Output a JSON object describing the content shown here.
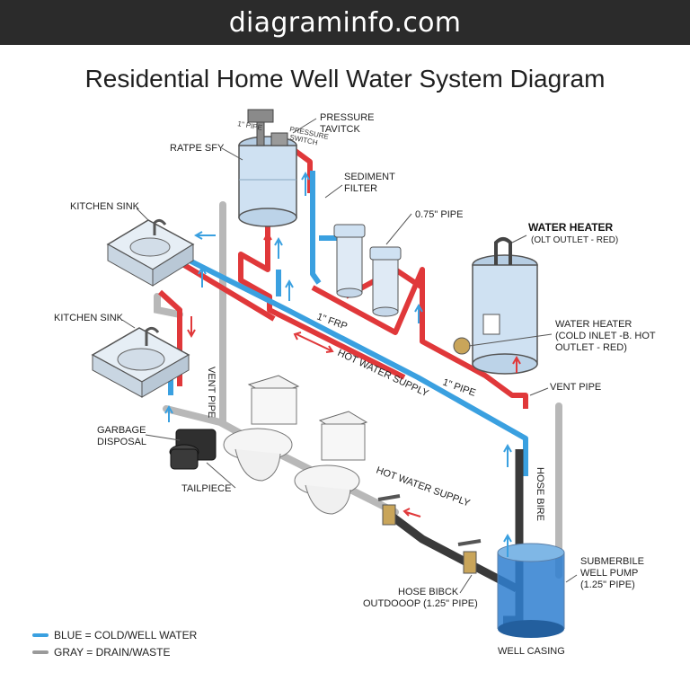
{
  "site": {
    "banner": "diagraminfo.com"
  },
  "diagram": {
    "title": "Residential Home Well Water System Diagram"
  },
  "labels": {
    "pressure_tank": "PRESSURE\nTAVITCK",
    "pressure_switch_small": "PRESSURE\nSWITCH",
    "one_inch_top": "1\" PIPE",
    "ratpe_sfy": "RATPE SFY",
    "sediment_filter": "SEDIMENT\nFILTER",
    "pipe_075": "0.75\" PIPE",
    "water_heater_title": "WATER HEATER",
    "water_heater_sub": "(OLT OUTLET - RED)",
    "kitchen_sink_1": "KITCHEN SINK",
    "kitchen_sink_2": "KITCHEN SINK",
    "vent_pipe_left": "VENT PIPE",
    "one_inch_frp": "1\" FRP",
    "hot_water_supply_1": "HOT WATER SUPPLY",
    "one_inch_pipe": "1\" PIPE",
    "water_heater_2": "WATER HEATER\n(COLD INLET -B. HOT\nOUTLET - RED)",
    "vent_pipe_right": "VENT PIPE",
    "garbage_disposal": "GARBAGE\nDISPOSAL",
    "tailpiece": "TAILPIECE",
    "hot_water_supply_2": "HOT WATER SUPPLY",
    "hose_bire": "HOSE BIRE",
    "hose_bibck": "HOSE BIBCK\nOUTDOOOP (1.25\" PIPE)",
    "submersible": "SUBMERBILE\nWELL PUMP\n(1.25\" PIPE)",
    "well_casing": "WELL CASING"
  },
  "legend": [
    {
      "label": "BLUE = COLD/WELL WATER",
      "color": "#3aa0e0"
    },
    {
      "label": "GRAY = DRAIN/WASTE",
      "color": "#9a9a9a"
    }
  ],
  "colors": {
    "cold": "#3aa0e0",
    "hot": "#e0383a",
    "drain": "#a9a9a9",
    "tank": "#cfe1f2",
    "well_water": "#2f7fd0"
  }
}
